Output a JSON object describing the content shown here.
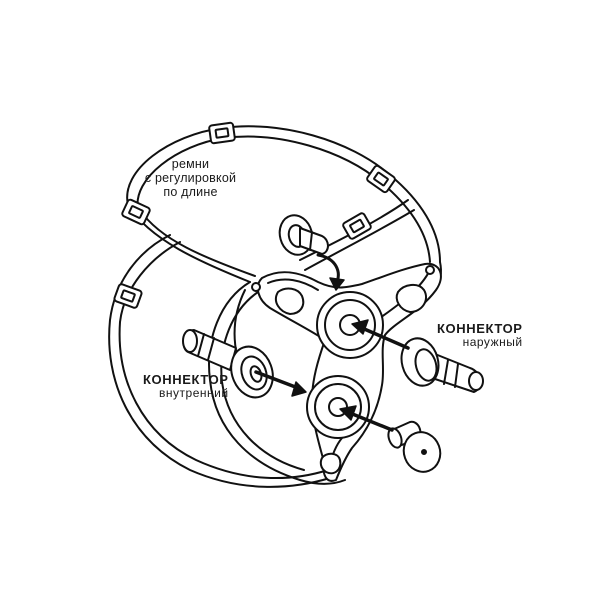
{
  "labels": {
    "straps": [
      "ремни",
      "с регулировкой",
      "по длине"
    ],
    "external_connector": {
      "title": "КОННЕКТОР",
      "subtitle": "наружный"
    },
    "internal_connector": {
      "title": "КОННЕКТОР",
      "subtitle": "внутренний"
    }
  },
  "colors": {
    "line": "#111111",
    "fill": "#ffffff",
    "background": "#ffffff"
  }
}
